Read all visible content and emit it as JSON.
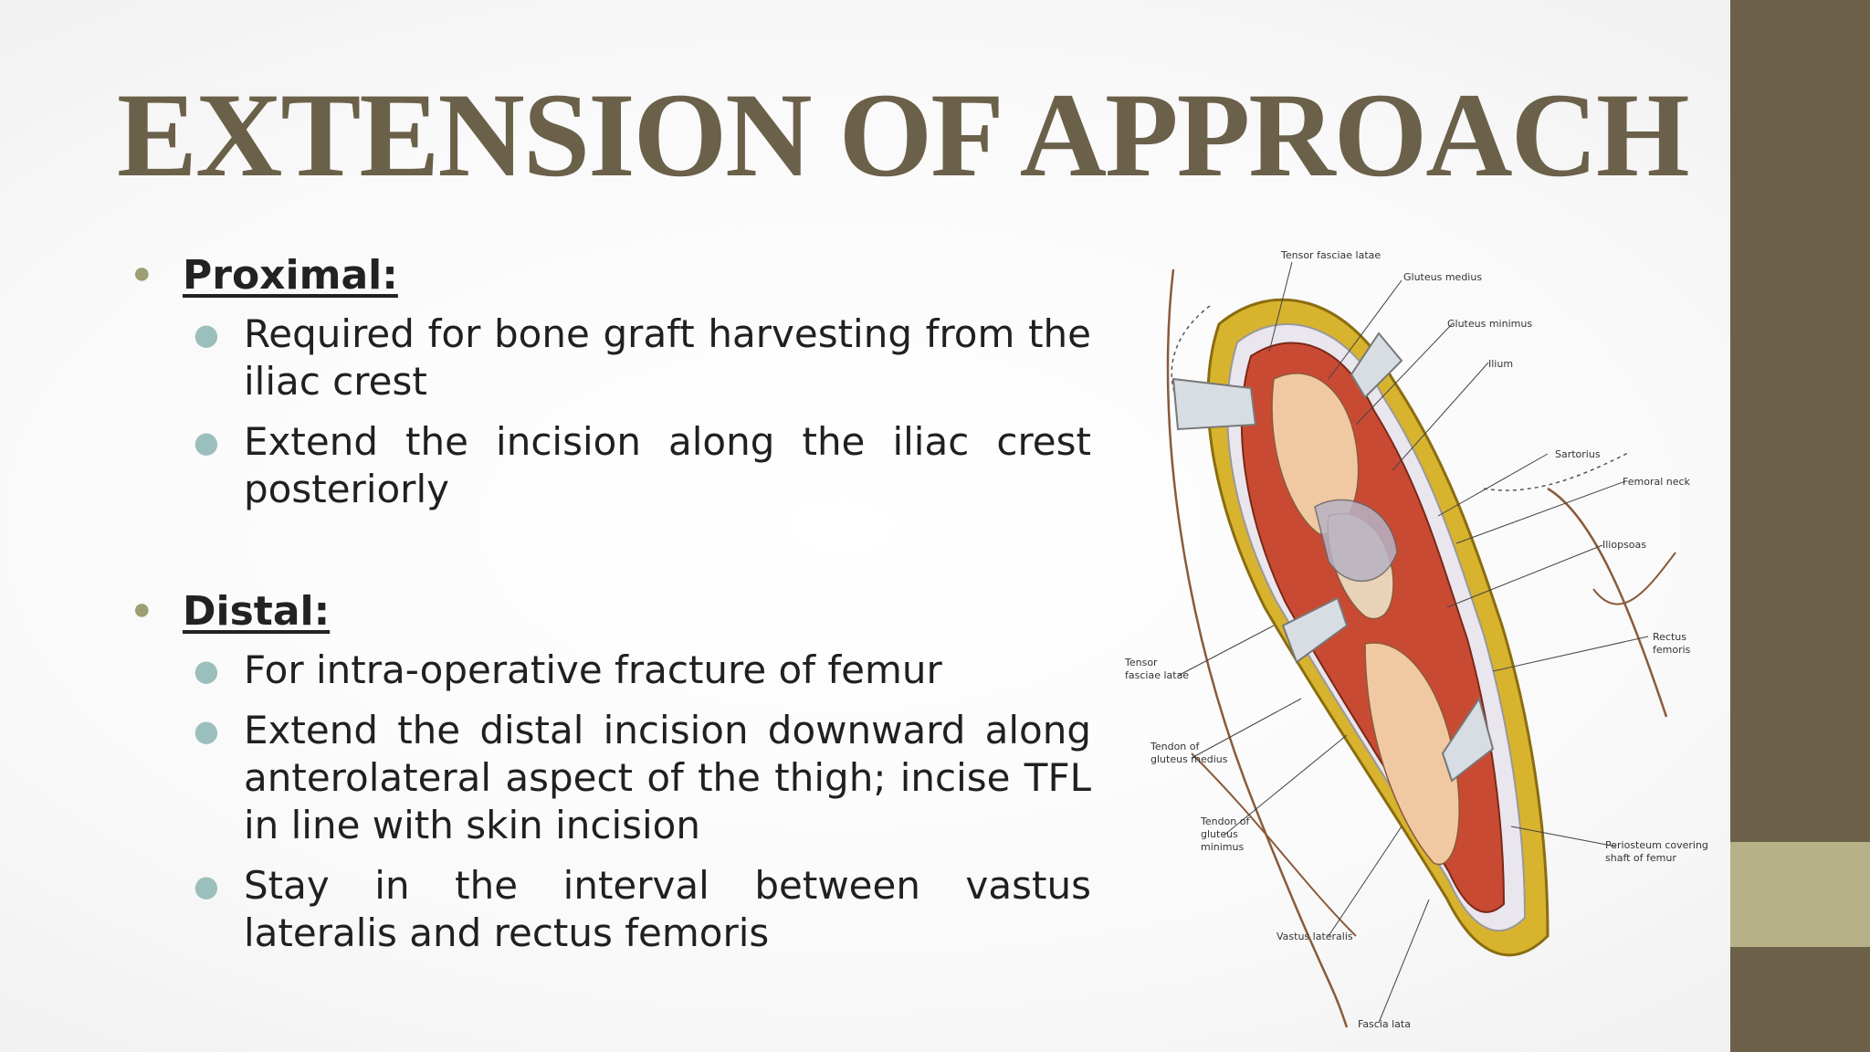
{
  "slide": {
    "title": "EXTENSION OF APPROACH",
    "sections": [
      {
        "heading": "Proximal:",
        "points": [
          "Required for bone graft harvesting from the iliac crest",
          "Extend the incision along the iliac crest posteriorly"
        ]
      },
      {
        "heading": "Distal:",
        "points": [
          "For intra-operative fracture of femur",
          "Extend the distal incision downward along anterolateral aspect of the thigh; incise TFL in line with skin incision",
          "Stay in the interval between vastus lateralis and rectus femoris"
        ]
      }
    ]
  },
  "figure": {
    "labels": {
      "tensor_fasciae_latae_top": "Tensor fasciae latae",
      "gluteus_medius": "Gluteus medius",
      "gluteus_minimus": "Gluteus minimus",
      "ilium": "Ilium",
      "sartorius": "Sartorius",
      "femoral_neck": "Femoral neck",
      "iliopsoas": "Iliopsoas",
      "rectus_femoris_1": "Rectus",
      "rectus_femoris_2": "femoris",
      "tfl_left_1": "Tensor",
      "tfl_left_2": "fasciae latae",
      "tendon_gmed_1": "Tendon of",
      "tendon_gmed_2": "gluteus medius",
      "tendon_gmin_1": "Tendon of",
      "tendon_gmin_2": "gluteus",
      "tendon_gmin_3": "minimus",
      "periosteum_1": "Periosteum covering",
      "periosteum_2": "shaft of femur",
      "vastus_lateralis": "Vastus lateralis",
      "fascia_lata": "Fascia lata"
    }
  },
  "colors": {
    "title": "#6b6049",
    "rail_dark": "#6d6049",
    "rail_light": "#b7b188",
    "bullet_main": "#9d9e73",
    "bullet_sub": "#9bbfbd"
  }
}
